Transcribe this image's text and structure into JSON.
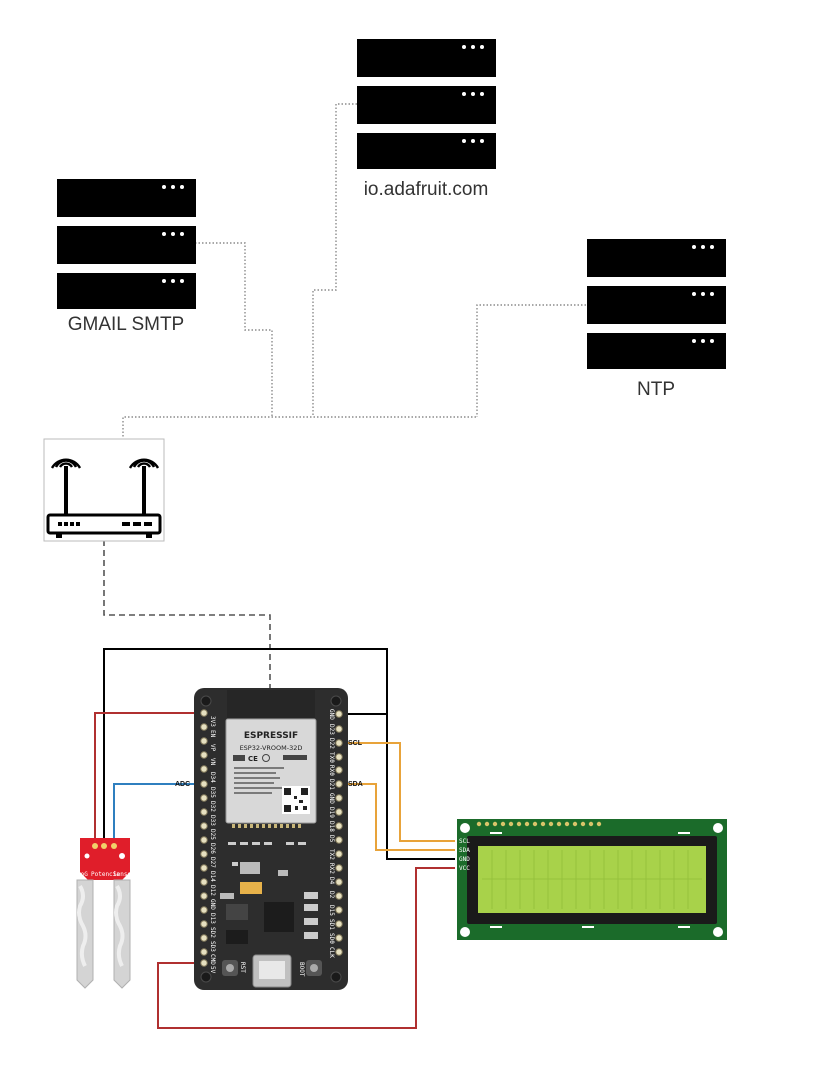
{
  "servers": {
    "adafruit": {
      "label": "io.adafruit.com"
    },
    "gmail": {
      "label": "GMAIL SMTP"
    },
    "ntp": {
      "label": "NTP"
    }
  },
  "esp32": {
    "brand": "ESPRESSIF",
    "module": "ESP32-VROOM-32D",
    "button_rst": "RST",
    "button_boot": "BOOT",
    "left_pins": [
      "3V3",
      "EN",
      "VP",
      "VN",
      "D34",
      "D35",
      "D32",
      "D33",
      "D25",
      "D26",
      "D27",
      "D14",
      "D12",
      "GND",
      "D13",
      "SD2",
      "SD3",
      "CMD",
      "5V"
    ],
    "right_pins": [
      "GND",
      "D23",
      "D22",
      "TX0",
      "RX0",
      "D21",
      "GND",
      "D19",
      "D18",
      "D5",
      "TX2",
      "RX2",
      "D4",
      "D2",
      "D15",
      "SD1",
      "SD0",
      "CLK"
    ]
  },
  "signals": {
    "scl": "SCL",
    "sda": "SDA",
    "adc": "ADC"
  },
  "lcd": {
    "pins": [
      "SCL",
      "SDA",
      "GND",
      "VCC"
    ]
  },
  "sensor": {
    "pins": [
      "SoG",
      "Potencia",
      "Sensor"
    ]
  },
  "colors": {
    "server": "#000000",
    "network_link": "#8c8c8c",
    "wifi_link": "#555555",
    "power_red": "#b03030",
    "ground_black": "#000000",
    "i2c_orange": "#e8a33a",
    "adc_blue": "#2f7fbf",
    "lcd_pcb": "#1b6b2a",
    "lcd_screen": "#a8d24a",
    "sensor_pcb": "#e01e2a"
  }
}
